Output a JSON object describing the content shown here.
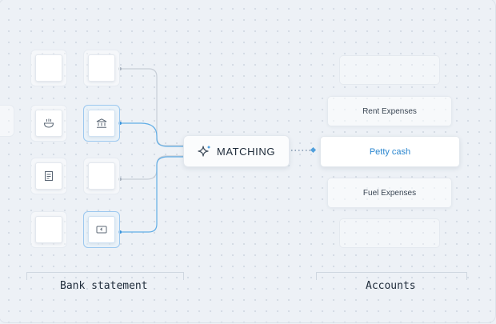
{
  "matching": {
    "label": "MATCHING",
    "icon": "sparkle-icon"
  },
  "accounts": {
    "items": [
      {
        "label": ""
      },
      {
        "label": "Rent Expenses"
      },
      {
        "label": "Petty cash"
      },
      {
        "label": "Fuel Expenses"
      },
      {
        "label": ""
      }
    ],
    "selected_color": "#2a86cf"
  },
  "labels": {
    "bank_statement": "Bank statement",
    "accounts": "Accounts"
  },
  "colors": {
    "active_wire": "#62aee6",
    "idle_wire": "#c7ced7",
    "dotted_link": "#7f95ad"
  }
}
